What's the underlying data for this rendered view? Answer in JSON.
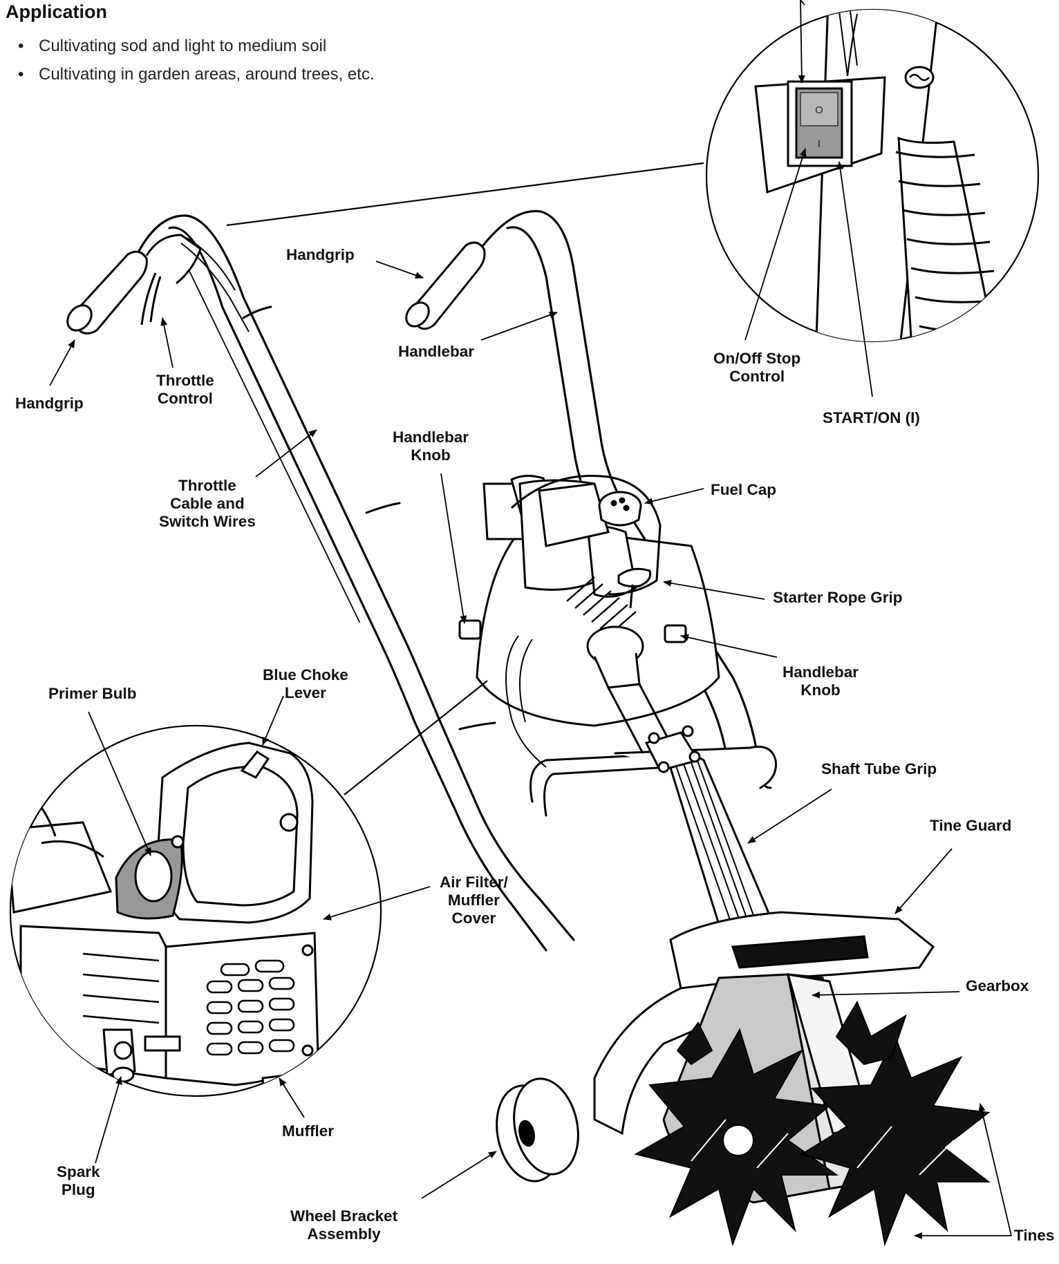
{
  "section": {
    "heading": "Application",
    "bullets": [
      "Cultivating sod and light to medium soil",
      "Cultivating in garden areas, around trees, etc."
    ]
  },
  "labels": {
    "handgrip_left": [
      "Handgrip"
    ],
    "throttle_control": [
      "Throttle",
      "Control"
    ],
    "handgrip_right": [
      "Handgrip"
    ],
    "handlebar": [
      "Handlebar"
    ],
    "on_off_stop_control": [
      "On/Off Stop",
      "Control"
    ],
    "start_on": [
      "START/ON (I)"
    ],
    "throttle_cable": [
      "Throttle",
      "Cable and",
      "Switch Wires"
    ],
    "handlebar_knob_upper": [
      "Handlebar",
      "Knob"
    ],
    "fuel_cap": [
      "Fuel Cap"
    ],
    "starter_rope_grip": [
      "Starter Rope Grip"
    ],
    "handlebar_knob_lower": [
      "Handlebar",
      "Knob"
    ],
    "blue_choke_lever": [
      "Blue Choke",
      "Lever"
    ],
    "primer_bulb": [
      "Primer Bulb"
    ],
    "shaft_tube_grip": [
      "Shaft Tube Grip"
    ],
    "tine_guard": [
      "Tine Guard"
    ],
    "air_filter_muffler_cover": [
      "Air Filter/",
      "Muffler",
      "Cover"
    ],
    "gearbox": [
      "Gearbox"
    ],
    "muffler": [
      "Muffler"
    ],
    "spark_plug": [
      "Spark",
      "Plug"
    ],
    "wheel_bracket_assembly": [
      "Wheel Bracket",
      "Assembly"
    ],
    "tines": [
      "Tines"
    ]
  },
  "switch_symbols": {
    "off": "O",
    "on": "I"
  }
}
